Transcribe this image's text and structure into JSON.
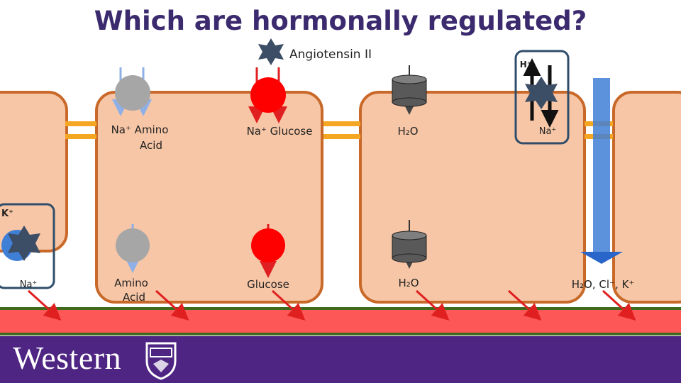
{
  "title": "Which are hormonally regulated?",
  "hormone": {
    "label": "Angiotensin II"
  },
  "apical": {
    "aa_label_line1": "Na⁺ Amino",
    "aa_label_line2": "Acid",
    "glucose_label": "Na⁺  Glucose",
    "water_label": "H₂O",
    "exchanger_top": "H⁺",
    "exchanger_bottom": "Na⁺"
  },
  "basolateral": {
    "pump_top": "K⁺",
    "pump_bottom": "Na⁺",
    "aa_line1": "Amino",
    "aa_line2": "Acid",
    "glucose": "Glucose",
    "water": "H₂O",
    "paracellular": "H₂O, Cl⁻, K⁺"
  },
  "footer": {
    "logo_text": "Western"
  },
  "colors": {
    "title": "#3b2a6e",
    "cell_fill": "#f7c6a6",
    "cell_border": "#c8692a",
    "junction": "#f5a623",
    "blood": "#fe5757",
    "footer": "#4f2583",
    "transporter_gray": "#a6a6a6",
    "transporter_red": "#ff0000",
    "channel_dark": "#595959",
    "star": "#3c4d66",
    "arrow_blue": "#3f7fd6"
  }
}
